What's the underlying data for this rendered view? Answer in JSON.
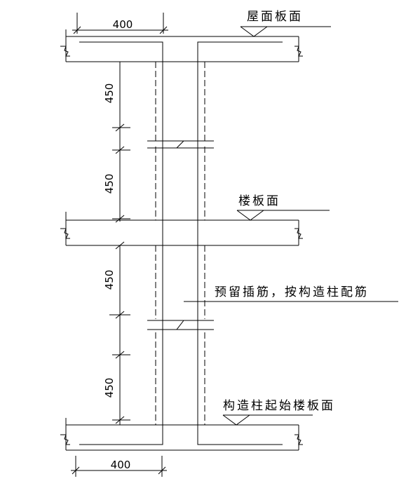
{
  "labels": {
    "roof_slab": "屋面板面",
    "floor_slab": "楼板面",
    "rebar_note": "预留插筋，按构造柱配筋",
    "start_slab": "构造柱起始楼板面"
  },
  "dimensions": {
    "top_width": "400",
    "bottom_width": "400",
    "seg1": "450",
    "seg2": "450",
    "seg3": "450",
    "seg4": "450"
  }
}
